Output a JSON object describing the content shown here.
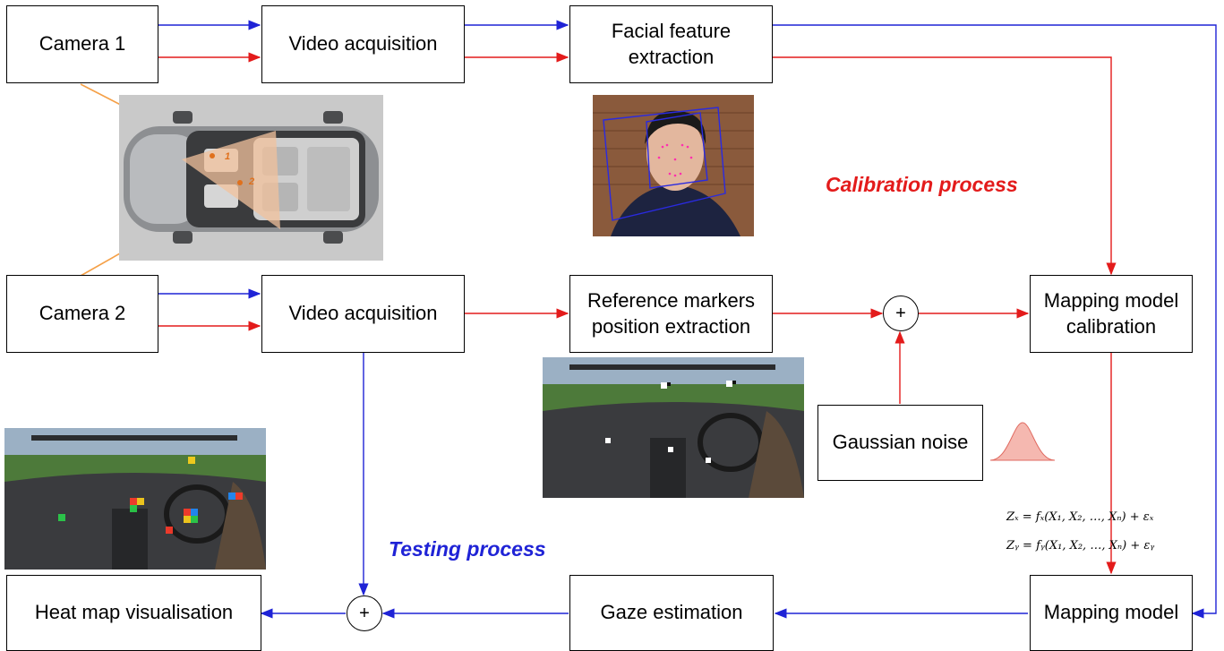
{
  "boxes": {
    "camera1": "Camera 1",
    "camera2": "Camera 2",
    "video1": "Video acquisition",
    "video2": "Video acquisition",
    "facial": "Facial feature\nextraction",
    "markers": "Reference markers\nposition extraction",
    "calibration": "Mapping model\ncalibration",
    "noise": "Gaussian noise",
    "mapping": "Mapping model",
    "gaze": "Gaze estimation",
    "heatmap": "Heat map visualisation"
  },
  "sum_symbol": "+",
  "labels": {
    "calibration_process": "Calibration process",
    "testing_process": "Testing process"
  },
  "equations": {
    "zx": "Zₓ = fₓ(X₁, X₂, …, Xₙ) + εₓ",
    "zy": "Zᵧ = fᵧ(X₁, X₂, …, Xₙ) + εᵧ"
  },
  "car_labels": [
    "1",
    "2"
  ],
  "colors": {
    "calibration": "#e31b1b",
    "testing": "#1f23d6",
    "camera_ray": "#f5a047"
  }
}
